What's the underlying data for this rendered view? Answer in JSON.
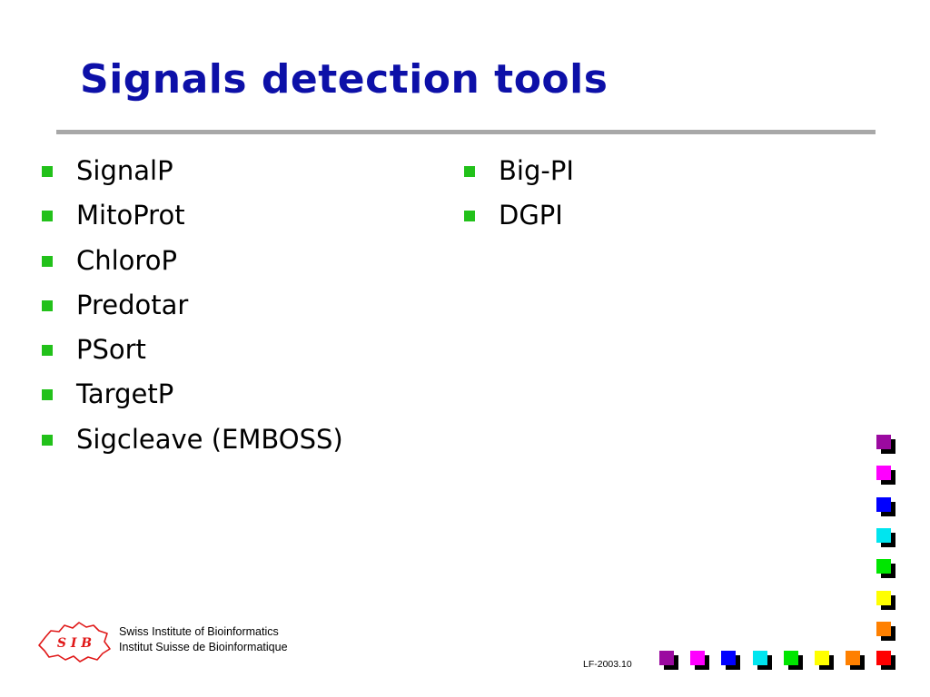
{
  "slide": {
    "title": "Signals detection tools",
    "left_items": [
      "SignalP",
      "MitoProt",
      "ChloroP",
      "Predotar",
      "PSort",
      "TargetP",
      "Sigcleave (EMBOSS)"
    ],
    "right_items": [
      "Big-PI",
      "DGPI"
    ]
  },
  "footer": {
    "logo_text": "S I B",
    "org_line1": "Swiss Institute of Bioinformatics",
    "org_line2": "Institut Suisse de Bioinformatique",
    "code": "LF-2003.10"
  },
  "colors": {
    "title": "#0d10a8",
    "bullet": "#22c11a",
    "rule": "#a8a8a8",
    "logo": "#e01818",
    "squares": [
      "#9b0aa0",
      "#ff00ff",
      "#0000ff",
      "#00e5ef",
      "#00e600",
      "#ffff00",
      "#ff8000",
      "#ff0000"
    ]
  }
}
